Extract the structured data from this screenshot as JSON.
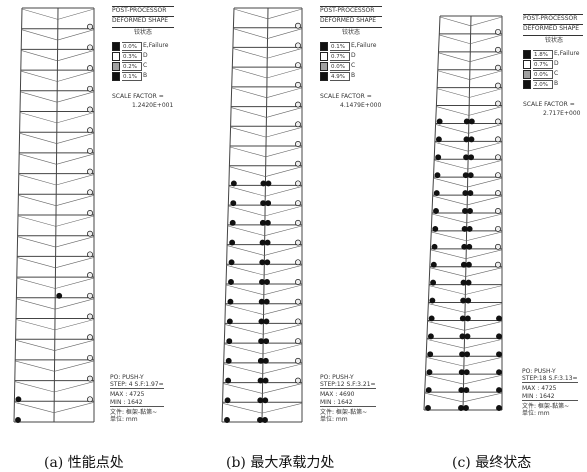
{
  "panels": [
    {
      "id": "a",
      "header1": "POST-PROCESSOR",
      "header2": "DEFORMED SHAPE",
      "subtitle": "铰状态",
      "legend": [
        {
          "pct": "0.0%",
          "label": "E,Failure",
          "color": "#111111"
        },
        {
          "pct": "0.3%",
          "label": "D",
          "color": "#ffffff"
        },
        {
          "pct": "0.2%",
          "label": "C",
          "color": "#a0a0a0"
        },
        {
          "pct": "0.1%",
          "label": "B",
          "color": "#111111"
        }
      ],
      "scale_label": "SCALE FACTOR =",
      "scale_value": "1.2420E+001",
      "po": "PO: PUSH-Y",
      "step": "STEP: 4 S.F:1.97=",
      "max": "MAX : 4725",
      "min": "MIN : 1642",
      "file": "文件: 框架-黏第~",
      "unit": "单位: mm",
      "caption": "(a) 性能点处"
    },
    {
      "id": "b",
      "header1": "POST-PROCESSOR",
      "header2": "DEFORMED SHAPE",
      "subtitle": "铰状态",
      "legend": [
        {
          "pct": "0.1%",
          "label": "E,Failure",
          "color": "#111111"
        },
        {
          "pct": "0.7%",
          "label": "D",
          "color": "#ffffff"
        },
        {
          "pct": "0.0%",
          "label": "C",
          "color": "#a0a0a0"
        },
        {
          "pct": "4.9%",
          "label": "B",
          "color": "#111111"
        }
      ],
      "scale_label": "SCALE FACTOR =",
      "scale_value": "4.1479E+000",
      "po": "PO: PUSH-Y",
      "step": "STEP:12 S.F:3.21=",
      "max": "MAX : 4690",
      "min": "MIN : 1642",
      "file": "文件: 框架-黏第~",
      "unit": "单位: mm",
      "caption": "(b) 最大承载力处"
    },
    {
      "id": "c",
      "header1": "POST-PROCESSOR",
      "header2": "DEFORMED SHAPE",
      "subtitle": "铰状态",
      "legend": [
        {
          "pct": "1.8%",
          "label": "E,Failure",
          "color": "#111111"
        },
        {
          "pct": "0.7%",
          "label": "D",
          "color": "#ffffff"
        },
        {
          "pct": "0.0%",
          "label": "C",
          "color": "#a0a0a0"
        },
        {
          "pct": "2.0%",
          "label": "B",
          "color": "#111111"
        }
      ],
      "scale_label": "SCALE FACTOR =",
      "scale_value": "2.717E+000",
      "po": "PO: PUSH-Y",
      "step": "STEP:18 S.F:3.13=",
      "max": "MAX : 4725",
      "min": "MIN : 1642",
      "file": "文件: 框架-黏第~",
      "unit": "单位: mm",
      "caption": "(c) 最终状态"
    }
  ]
}
